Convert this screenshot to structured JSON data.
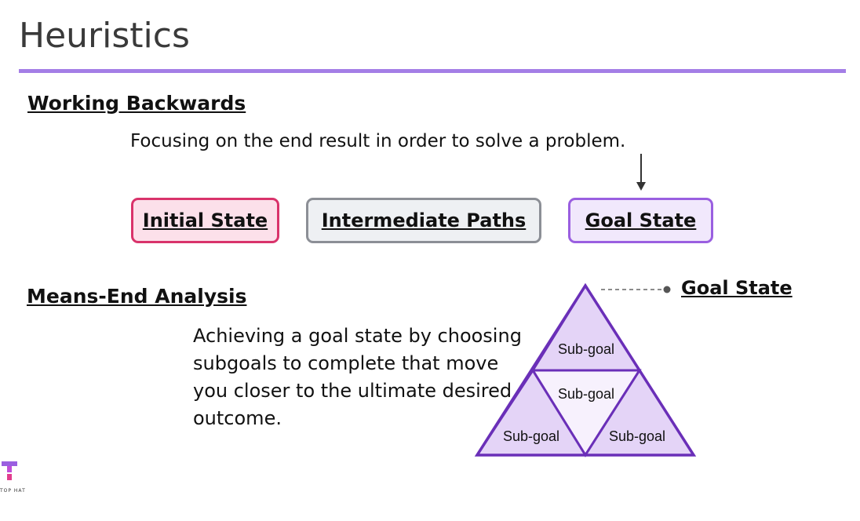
{
  "title": "Heuristics",
  "working_backwards": {
    "heading": "Working Backwards",
    "description": "Focusing on the end result in order to solve a problem.",
    "states": {
      "initial": "Initial State",
      "intermediate": "Intermediate Paths",
      "goal": "Goal State"
    }
  },
  "means_end": {
    "heading": "Means-End Analysis",
    "description": "Achieving a goal state by choosing subgoals to complete that move you closer to the ultimate desired outcome.",
    "goal_label": "Goal State",
    "subgoals": {
      "top": "Sub-goal",
      "middle": "Sub-goal",
      "bottom_left": "Sub-goal",
      "bottom_right": "Sub-goal"
    }
  },
  "logo": {
    "text": "TOP HAT"
  },
  "colors": {
    "accent": "#a47ee6",
    "initial_border": "#d9336b",
    "initial_fill": "#fce0ea",
    "intermediate_border": "#8c8f96",
    "intermediate_fill": "#eef0f3",
    "goal_border": "#9a5fe0",
    "goal_fill": "#f1e8fc",
    "triangle_stroke": "#6a2fb8",
    "triangle_fill": "#e4d4f7"
  }
}
